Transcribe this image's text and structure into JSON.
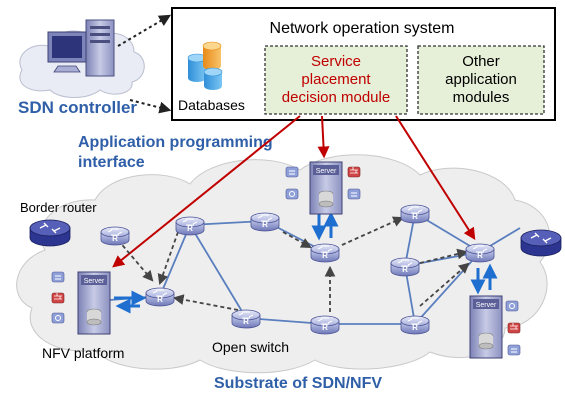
{
  "nos": {
    "title": "Network operation system",
    "databases_label": "Databases",
    "service_module": {
      "line1": "Service",
      "line2": "placement",
      "line3": "decision module"
    },
    "other_module": {
      "line1": "Other",
      "line2": "application",
      "line3": "modules"
    }
  },
  "sdn_controller_label": "SDN controller",
  "api_label": {
    "line1": "Application programming",
    "line2": "interface"
  },
  "border_router_label": "Border router",
  "nfv_platform_label": "NFV platform",
  "open_switch_label": "Open switch",
  "substrate_label": "Substrate of SDN/NFV",
  "server_label": "Server",
  "router_glyph": "R",
  "colors": {
    "api_blue": "#2f5fa8",
    "service_red": "#c00000",
    "decision_arrow": "#c00000",
    "module_fill": "#e6efd7",
    "cloud_fill": "#eeeeee",
    "link_blue": "#5a7fbf",
    "traffic_blue": "#1f6fd0"
  }
}
